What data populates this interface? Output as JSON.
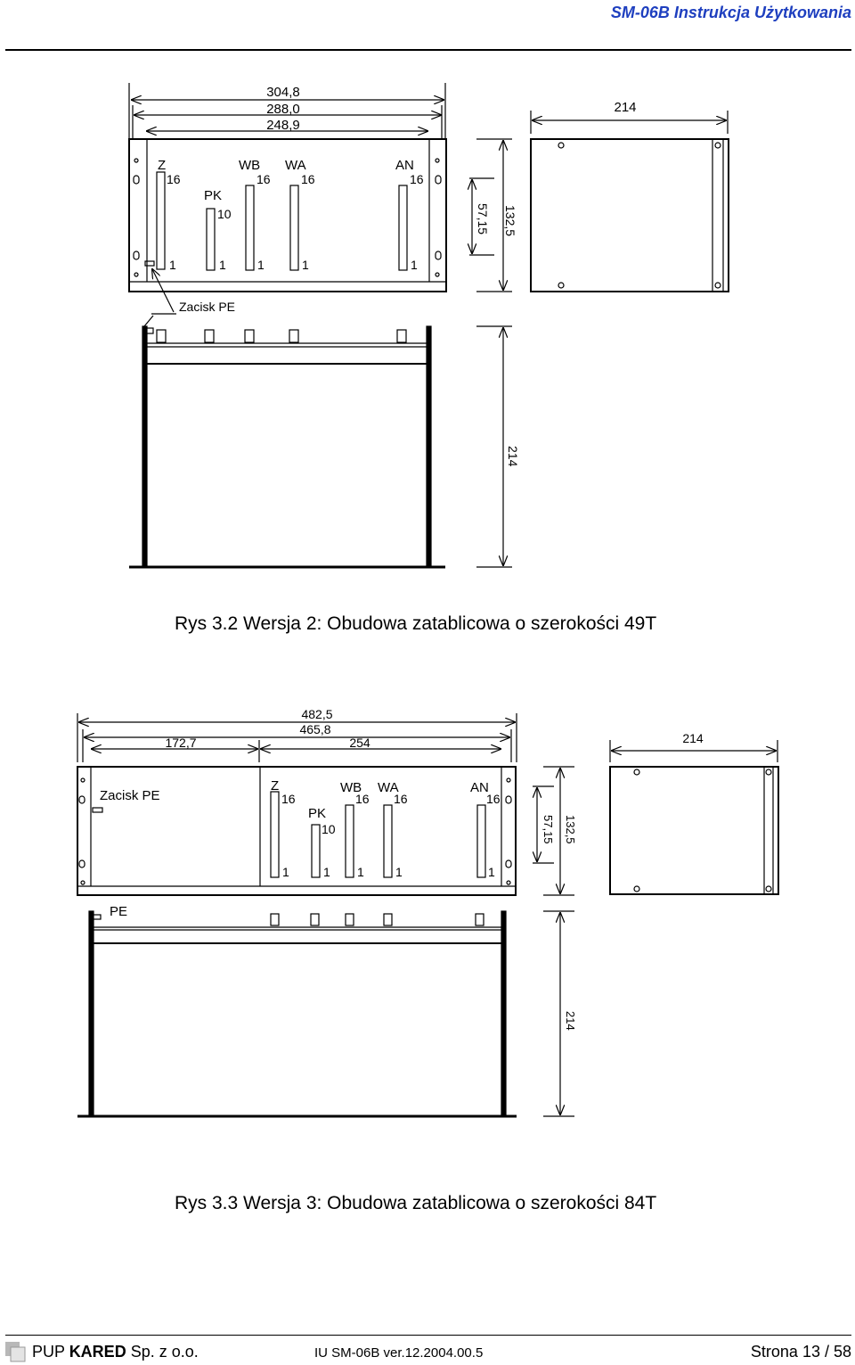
{
  "header": {
    "title": "SM-06B  Instrukcja Użytkowania"
  },
  "figure1": {
    "dims": {
      "w1": "304,8",
      "w2": "288,0",
      "w3": "248,9",
      "depth": "214",
      "h1": "57,15",
      "h2": "132,5"
    },
    "modules": [
      {
        "name": "Z",
        "top": "16",
        "bottom": "1"
      },
      {
        "name": "PK",
        "top": "10",
        "bottom": "1"
      },
      {
        "name": "WB",
        "top": "16",
        "bottom": "1"
      },
      {
        "name": "WA",
        "top": "16",
        "bottom": "1"
      },
      {
        "name": "AN",
        "top": "16",
        "bottom": "1"
      }
    ],
    "pe_label": "Zacisk PE",
    "caption": "Rys 3.2  Wersja 2: Obudowa zatablicowa o szerokości 49T"
  },
  "figure2": {
    "dims": {
      "w1": "482,5",
      "w2": "465,8",
      "w3": "172,7",
      "w4": "254",
      "depth": "214",
      "h1": "57,15",
      "h2": "132,5"
    },
    "modules": [
      {
        "name": "Z",
        "top": "16",
        "bottom": "1"
      },
      {
        "name": "PK",
        "top": "10",
        "bottom": "1"
      },
      {
        "name": "WB",
        "top": "16",
        "bottom": "1"
      },
      {
        "name": "WA",
        "top": "16",
        "bottom": "1"
      },
      {
        "name": "AN",
        "top": "16",
        "bottom": "1"
      }
    ],
    "pe_label": "Zacisk PE",
    "pe_short": "PE",
    "caption": "Rys 3.3  Wersja 3: Obudowa zatablicowa o szerokości 84T"
  },
  "footer": {
    "company_prefix": "PUP ",
    "company_bold": "KARED",
    "company_suffix": " Sp. z o.o.",
    "doc": "IU SM-06B ver.12.2004.00.5",
    "page": "Strona 13 / 58"
  }
}
